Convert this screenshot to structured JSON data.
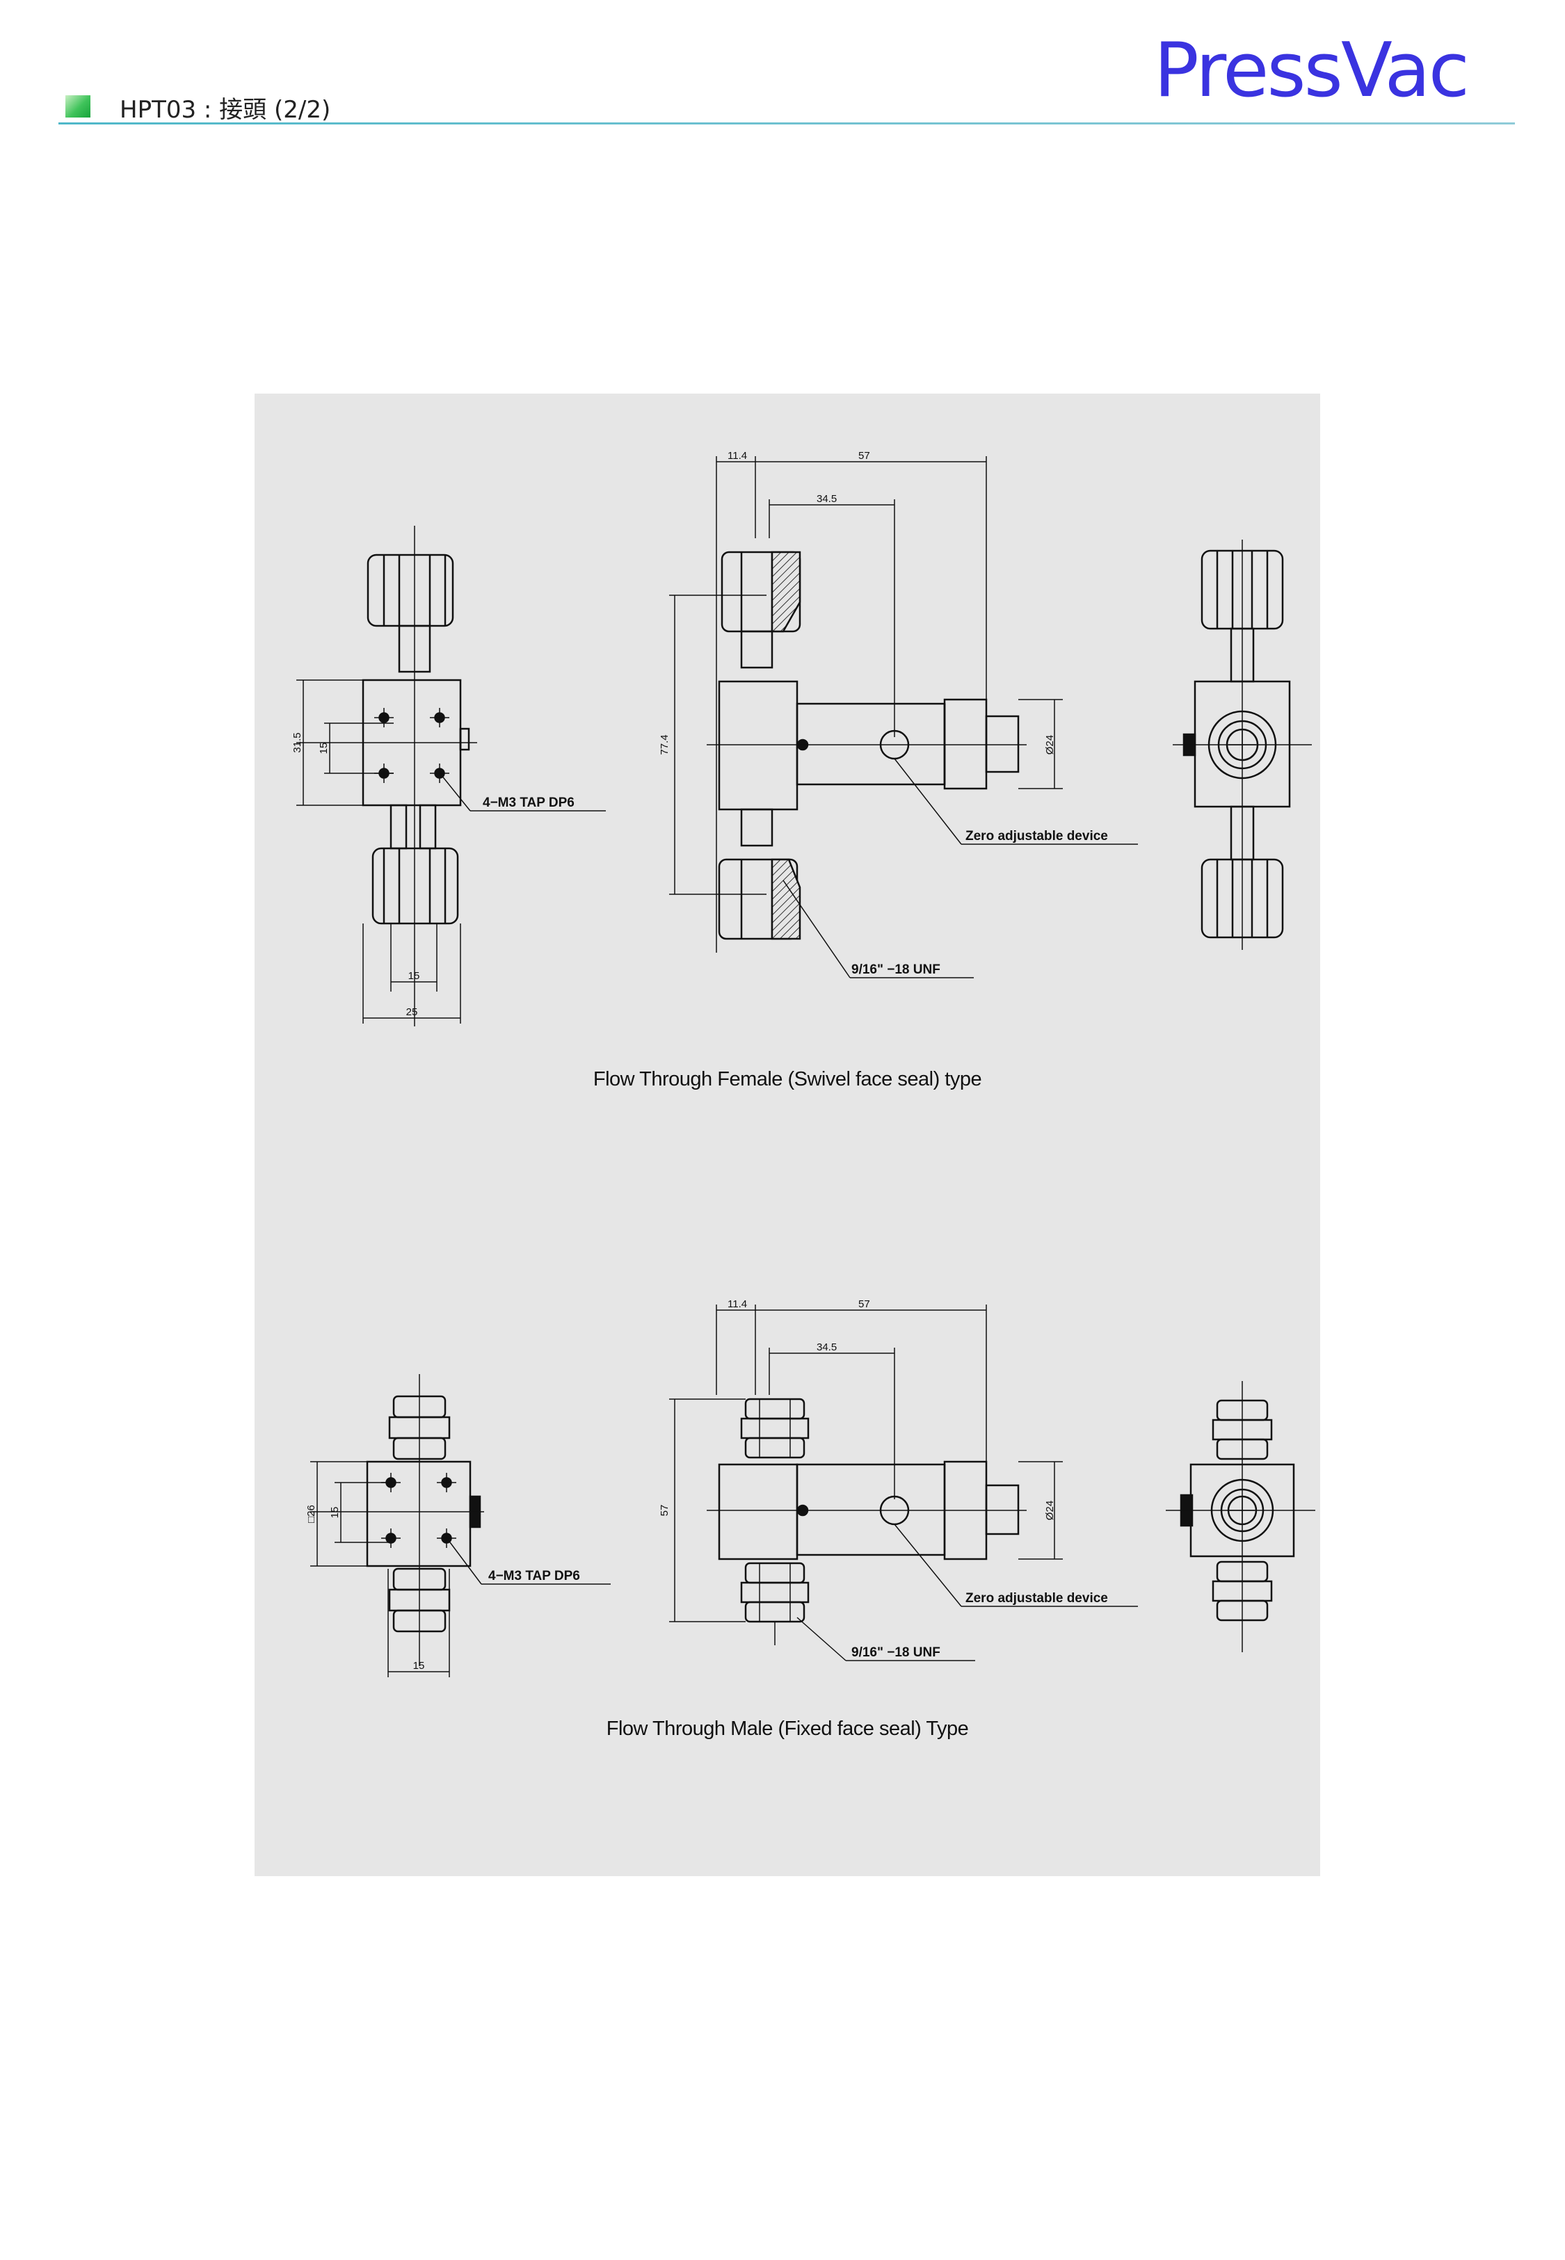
{
  "header": {
    "title": "HPT03 : 接頭 (2/2)",
    "brand": "PressVac",
    "accent_color": "#3a33e0",
    "rule_color": "#4fb8c9"
  },
  "drawing_1": {
    "caption": "Flow Through Female (Swivel face seal) type",
    "dims": {
      "d11_4": "11.4",
      "d57": "57",
      "d34_5": "34.5",
      "d77_4": "77.4",
      "d24": "Ø24",
      "d31_5": "31.5",
      "d15v": "15",
      "d15h": "15",
      "d25": "25"
    },
    "labels": {
      "tap": "4−M3 TAP DP6",
      "zero": "Zero adjustable device",
      "unf": "9/16\" −18 UNF"
    }
  },
  "drawing_2": {
    "caption": "Flow Through Male (Fixed face seal) Type",
    "dims": {
      "d11_4": "11.4",
      "d57": "57",
      "d34_5": "34.5",
      "d57v": "57",
      "d24": "Ø24",
      "d26": "□26",
      "d15v": "15",
      "d15h": "15"
    },
    "labels": {
      "tap": "4−M3 TAP DP6",
      "zero": "Zero adjustable device",
      "unf": "9/16\" −18 UNF"
    }
  }
}
